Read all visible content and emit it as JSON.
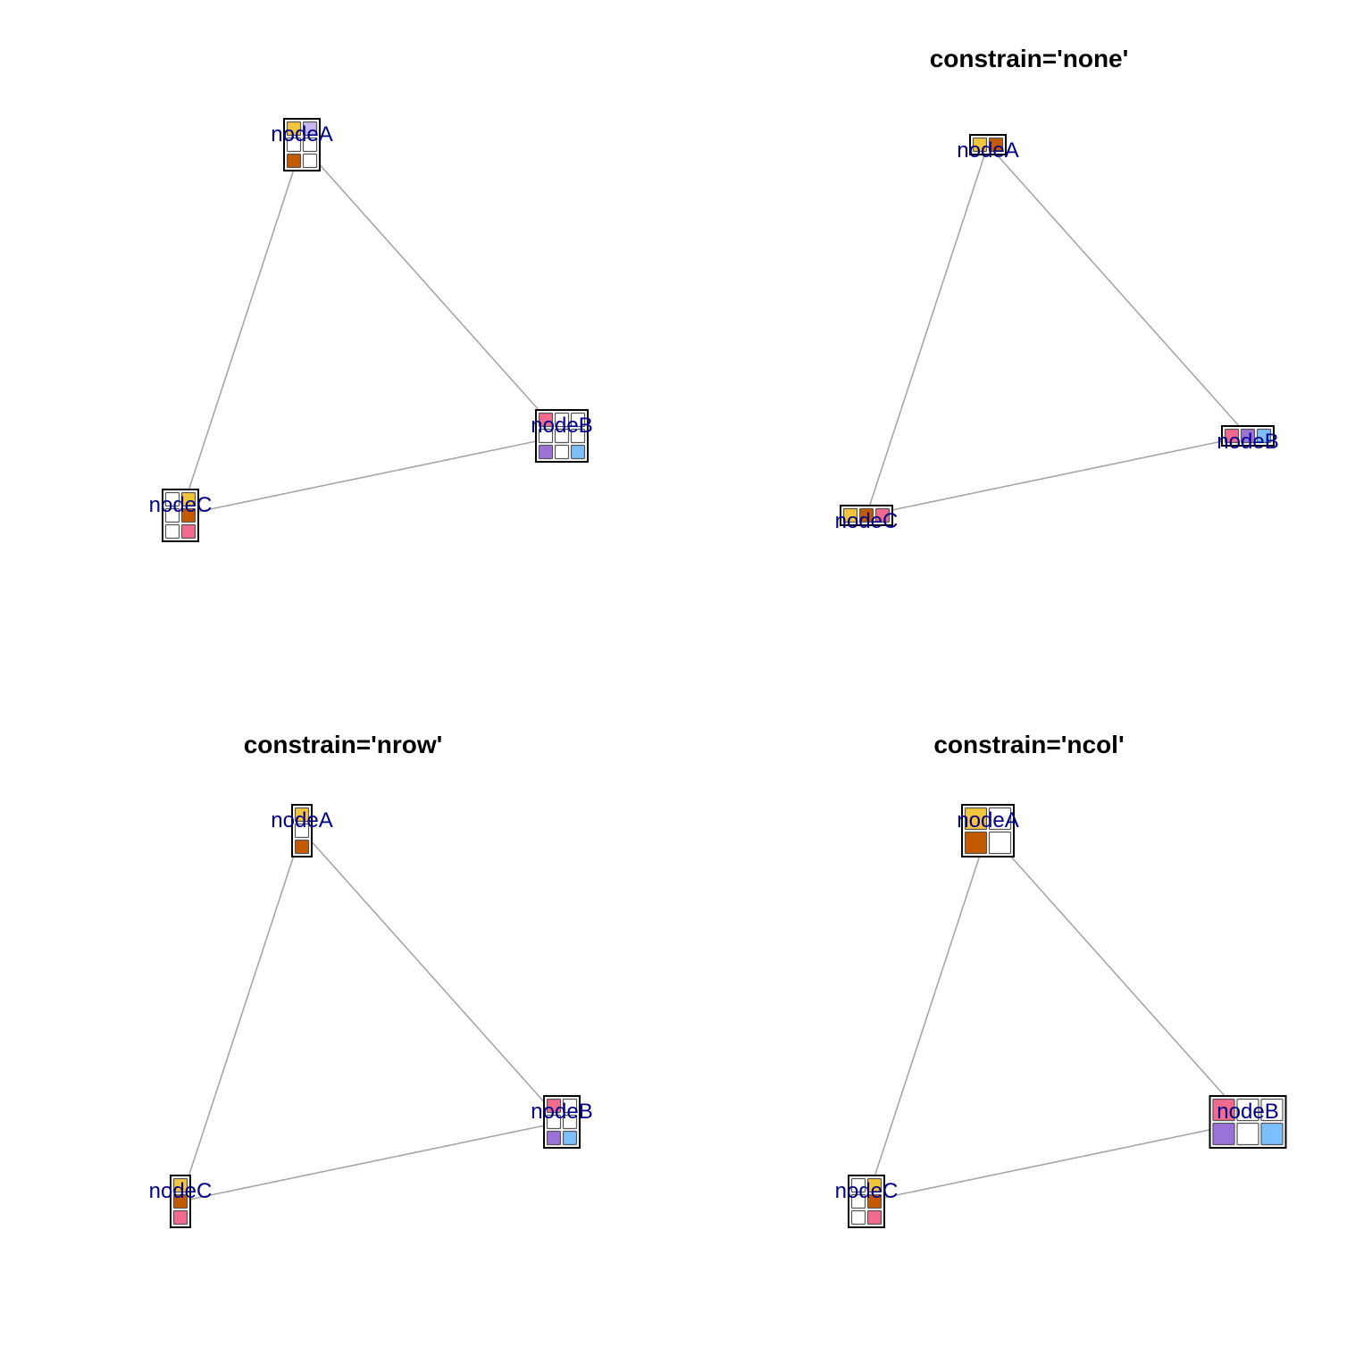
{
  "colors": {
    "edge": "#a6a6a6",
    "label": "#00008b",
    "frame": "#000000",
    "empty": "#ffffff",
    "gold": "#f2c53d",
    "orange": "#c35a00",
    "pink": "#f26a8d",
    "purple": "#9b72d8",
    "blue": "#7cbfff"
  },
  "panels": [
    {
      "title": "",
      "nodes": [
        {
          "id": "A",
          "label": "nodeA",
          "grid": [
            [
              "gold",
              "lavender"
            ],
            [
              "empty",
              "empty"
            ],
            [
              "orange",
              "empty"
            ]
          ]
        },
        {
          "id": "B",
          "label": "nodeB",
          "grid": [
            [
              "pink",
              "empty",
              "empty"
            ],
            [
              "empty",
              "empty",
              "empty"
            ],
            [
              "purple",
              "empty",
              "blue"
            ]
          ]
        },
        {
          "id": "C",
          "label": "nodeC",
          "grid": [
            [
              "empty",
              "gold"
            ],
            [
              "empty",
              "orange"
            ],
            [
              "empty",
              "pink"
            ]
          ]
        }
      ]
    },
    {
      "title": "constrain='none'",
      "nodes": [
        {
          "id": "A",
          "label": "nodeA",
          "grid": [
            [
              "gold",
              "orange"
            ]
          ]
        },
        {
          "id": "B",
          "label": "nodeB",
          "grid": [
            [
              "pink",
              "purple",
              "blue"
            ]
          ]
        },
        {
          "id": "C",
          "label": "nodeC",
          "grid": [
            [
              "gold",
              "orange",
              "pink"
            ]
          ]
        }
      ]
    },
    {
      "title": "constrain='nrow'",
      "nodes": [
        {
          "id": "A",
          "label": "nodeA",
          "grid": [
            [
              "gold"
            ],
            [
              "empty"
            ],
            [
              "orange"
            ]
          ]
        },
        {
          "id": "B",
          "label": "nodeB",
          "grid": [
            [
              "pink",
              "empty"
            ],
            [
              "empty",
              "empty"
            ],
            [
              "purple",
              "blue"
            ]
          ]
        },
        {
          "id": "C",
          "label": "nodeC",
          "grid": [
            [
              "gold"
            ],
            [
              "orange"
            ],
            [
              "pink"
            ]
          ]
        }
      ]
    },
    {
      "title": "constrain='ncol'",
      "nodes": [
        {
          "id": "A",
          "label": "nodeA",
          "grid": [
            [
              "gold",
              "empty"
            ],
            [
              "orange",
              "empty"
            ]
          ]
        },
        {
          "id": "B",
          "label": "nodeB",
          "grid": [
            [
              "pink",
              "empty",
              "empty"
            ],
            [
              "purple",
              "empty",
              "blue"
            ]
          ]
        },
        {
          "id": "C",
          "label": "nodeC",
          "grid": [
            [
              "empty",
              "gold"
            ],
            [
              "empty",
              "orange"
            ],
            [
              "empty",
              "pink"
            ]
          ]
        }
      ]
    }
  ],
  "edges": [
    [
      "A",
      "B"
    ],
    [
      "A",
      "C"
    ],
    [
      "B",
      "C"
    ]
  ]
}
